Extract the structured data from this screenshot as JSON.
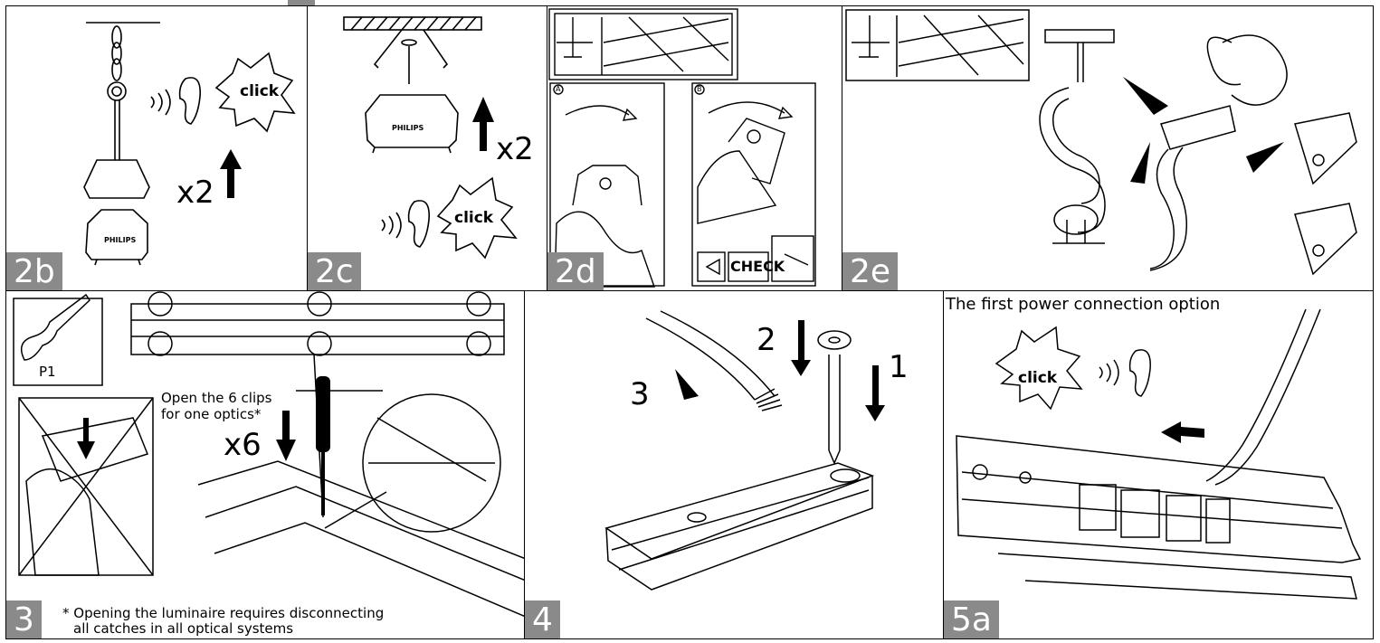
{
  "panels": {
    "p2b": {
      "num": "2b",
      "x2": "x2",
      "click": "click",
      "brand": "PHILIPS"
    },
    "p2c": {
      "num": "2c",
      "x2": "x2",
      "click": "click",
      "brand": "PHILIPS"
    },
    "p2d": {
      "num": "2d",
      "sub_a": "A",
      "sub_b": "B",
      "check": "CHECK"
    },
    "p2e": {
      "num": "2e"
    },
    "p3": {
      "num": "3",
      "tool": "P1",
      "clips_note_line1": "Open the 6 clips",
      "clips_note_line2": "for one optics*",
      "x6": "x6",
      "footnote_line1": "* Opening the luminaire requires disconnecting",
      "footnote_line2": "all catches in all optical systems"
    },
    "p4": {
      "num": "4",
      "step1": "1",
      "step2": "2",
      "step3": "3"
    },
    "p5a": {
      "num": "5a",
      "title": "The first power connection option",
      "click": "click"
    }
  }
}
